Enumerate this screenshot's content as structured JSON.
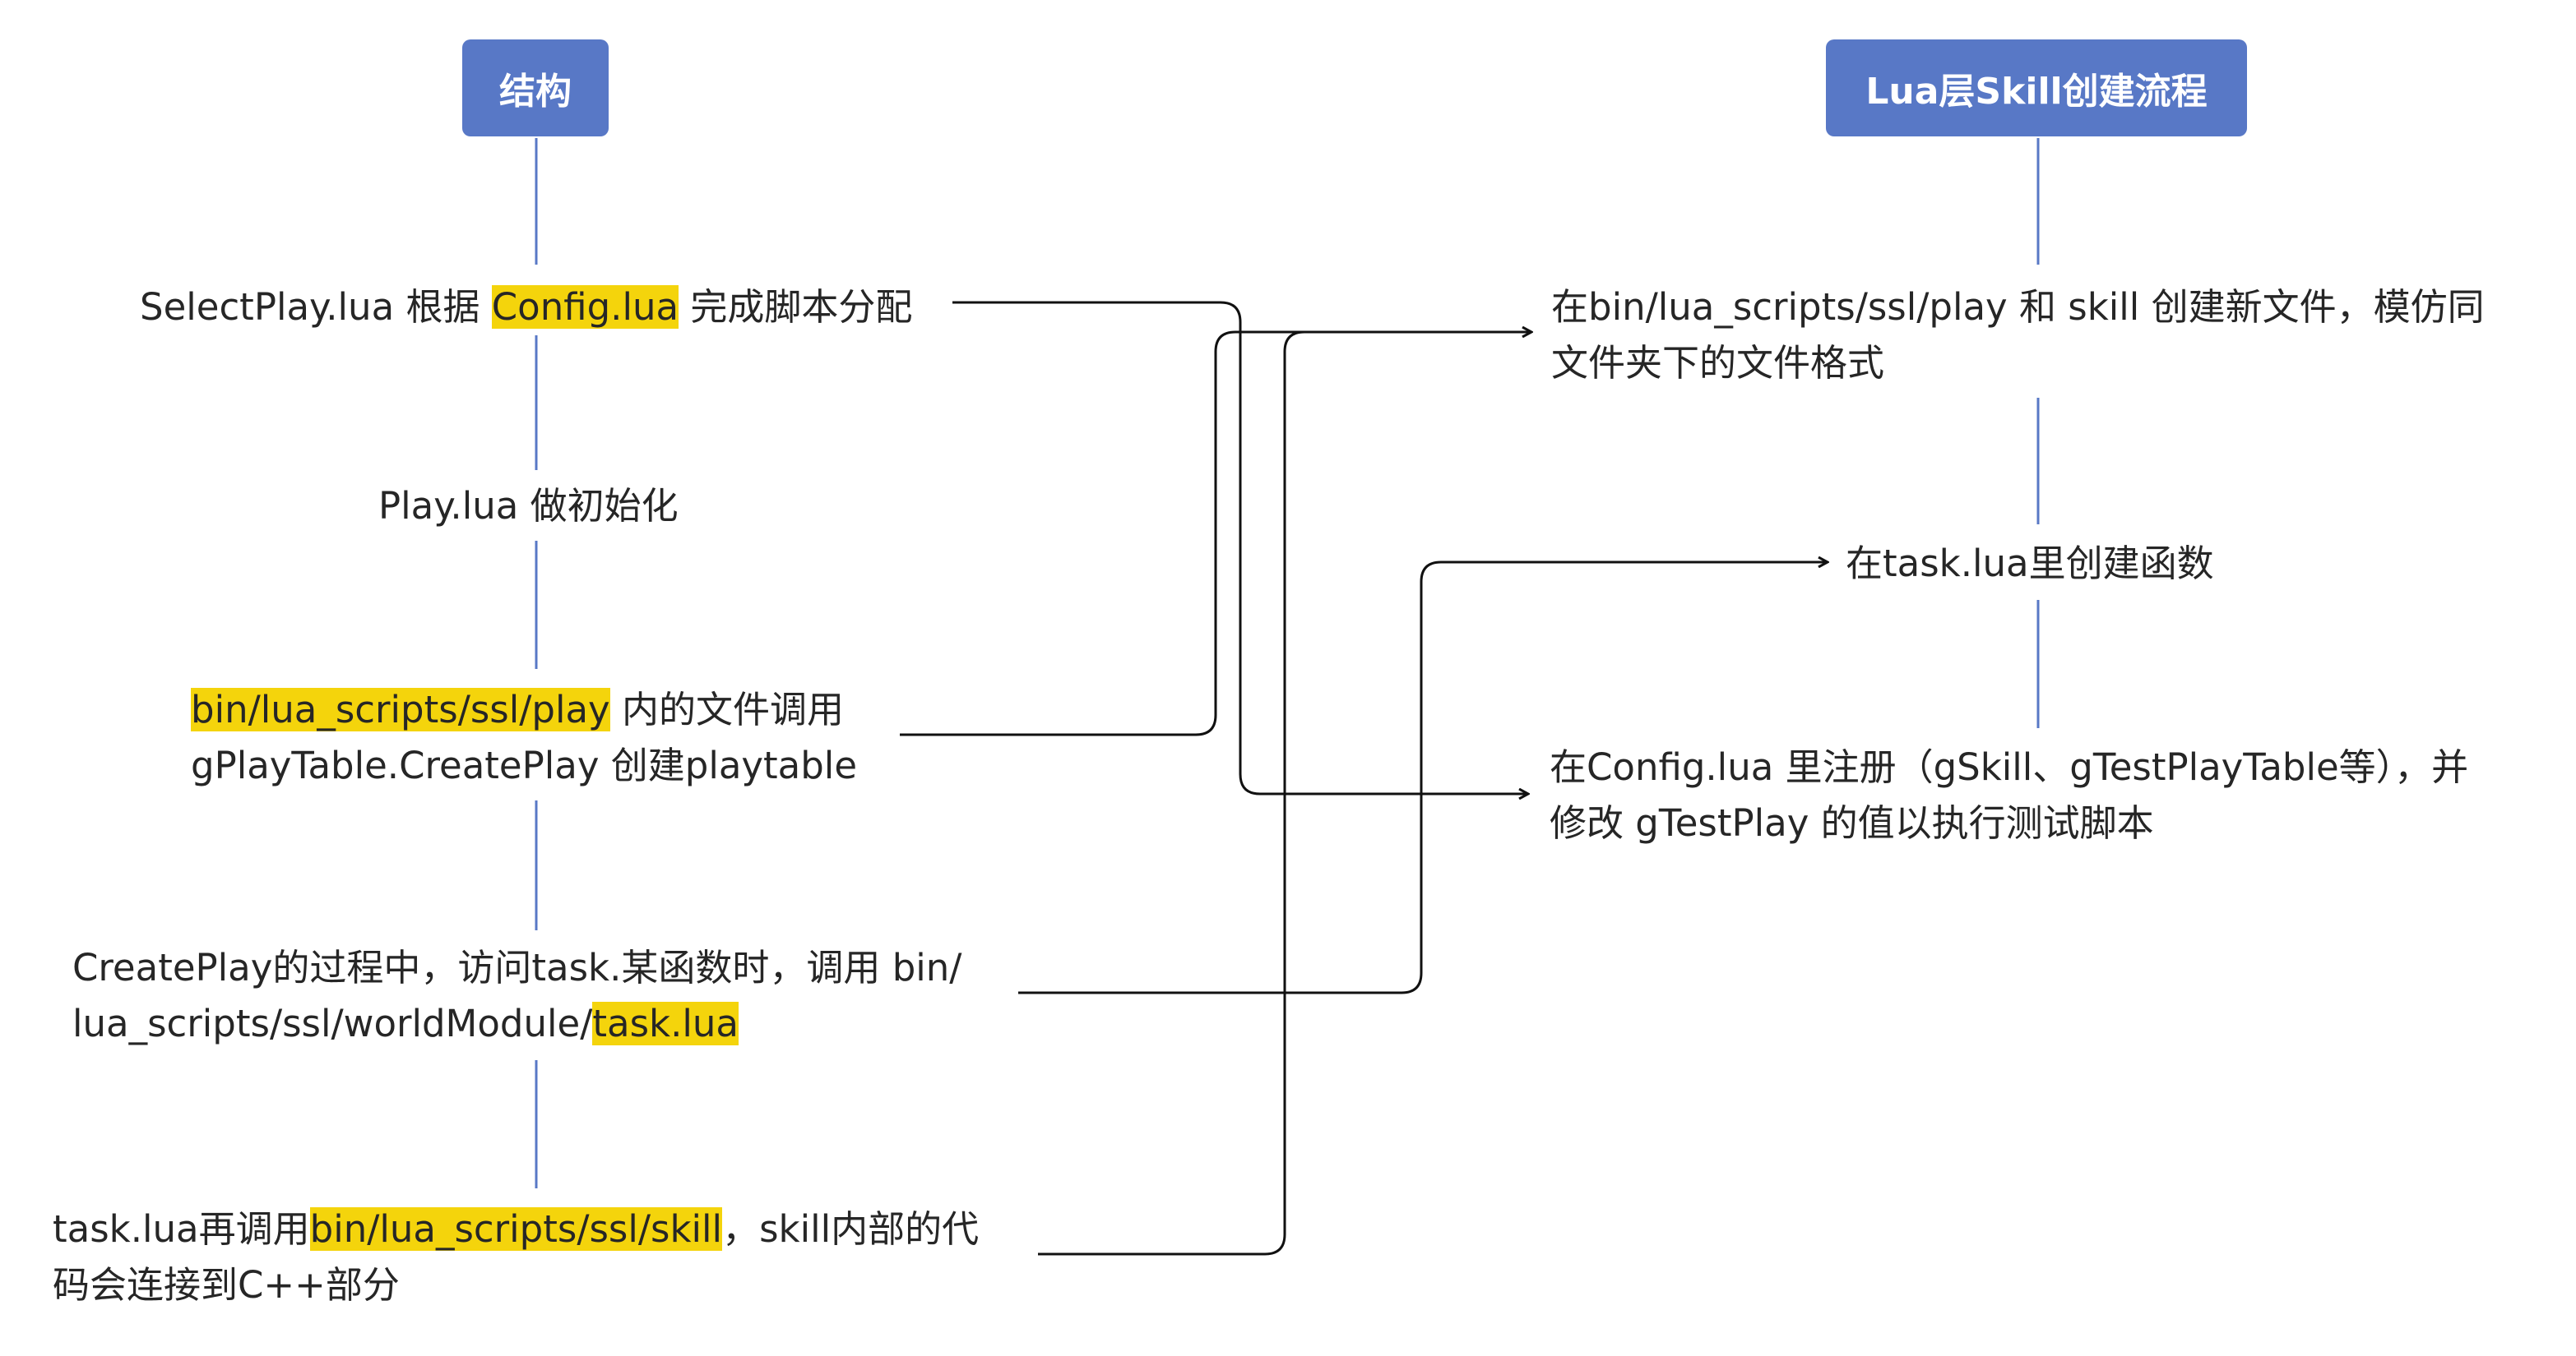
{
  "colors": {
    "header_bg": "#5878c6",
    "header_text": "#ffffff",
    "highlight": "#f4d40c",
    "vertical_line": "#5878c6",
    "connector": "#111111",
    "text": "#262626"
  },
  "left": {
    "header": "结构",
    "nodes": [
      {
        "parts": [
          "SelectPlay.lua 根据 ",
          "Config.lua",
          " 完成脚本分配"
        ]
      },
      {
        "text": "Play.lua 做初始化"
      },
      {
        "line1": [
          "bin/lua_scripts/ssl/play",
          " 内的文件调用"
        ],
        "line2": "gPlayTable.CreatePlay 创建playtable"
      },
      {
        "line1": "CreatePlay的过程中，访问task.某函数时，调用 bin/",
        "line2": [
          "lua_scripts/ssl/worldModule/",
          "task.lua"
        ]
      },
      {
        "line1": [
          "task.lua再调用",
          "bin/lua_scripts/ssl/skill",
          "，skill内部的代"
        ],
        "line2": "码会连接到C++部分"
      }
    ]
  },
  "right": {
    "header": "Lua层Skill创建流程",
    "nodes": [
      {
        "line1": "在bin/lua_scripts/ssl/play 和 skill 创建新文件，模仿同",
        "line2": "文件夹下的文件格式"
      },
      {
        "text": "在task.lua里创建函数"
      },
      {
        "line1": "在Config.lua 里注册（gSkill、gTestPlayTable等），并",
        "line2": "修改 gTestPlay 的值以执行测试脚本"
      }
    ]
  }
}
